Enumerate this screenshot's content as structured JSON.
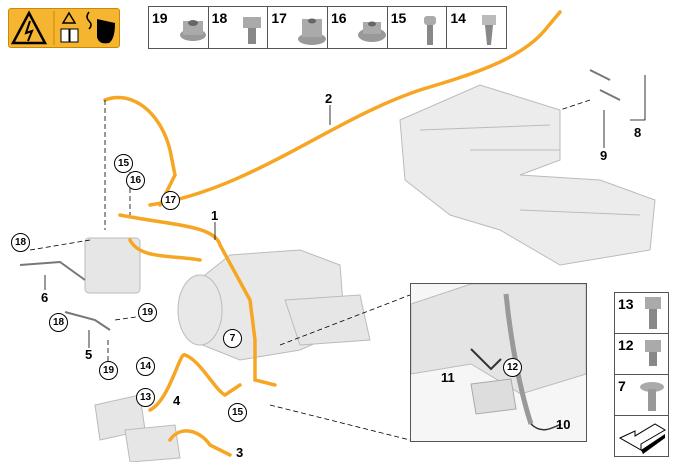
{
  "warning_label": {
    "icons": [
      "high-voltage-icon",
      "read-manual-icon",
      "no-touch-hand-icon"
    ],
    "color": "#f5b531"
  },
  "hardware_top": [
    {
      "num": "19",
      "icon": "flange-nut-icon"
    },
    {
      "num": "18",
      "icon": "hex-bolt-icon"
    },
    {
      "num": "17",
      "icon": "collar-nut-icon"
    },
    {
      "num": "16",
      "icon": "flange-nut-icon"
    },
    {
      "num": "15",
      "icon": "socket-screw-icon"
    },
    {
      "num": "14",
      "icon": "torx-bolt-icon"
    }
  ],
  "hardware_side": [
    {
      "num": "13",
      "icon": "hex-bolt-icon"
    },
    {
      "num": "12",
      "icon": "hex-bolt-icon"
    },
    {
      "num": "7",
      "icon": "rivet-bolt-icon"
    }
  ],
  "callouts": {
    "c1": "1",
    "c2": "2",
    "c3": "3",
    "c4": "4",
    "c5": "5",
    "c6": "6",
    "c8": "8",
    "c9": "9",
    "c10": "10",
    "c11": "11",
    "r18a": "18",
    "r15a": "15",
    "r16": "16",
    "r17": "17",
    "r19a": "19",
    "r18b": "18",
    "r19b": "19",
    "r14": "14",
    "r13": "13",
    "r7": "7",
    "r15b": "15",
    "r12": "12"
  },
  "cable_color": "#f6a623"
}
